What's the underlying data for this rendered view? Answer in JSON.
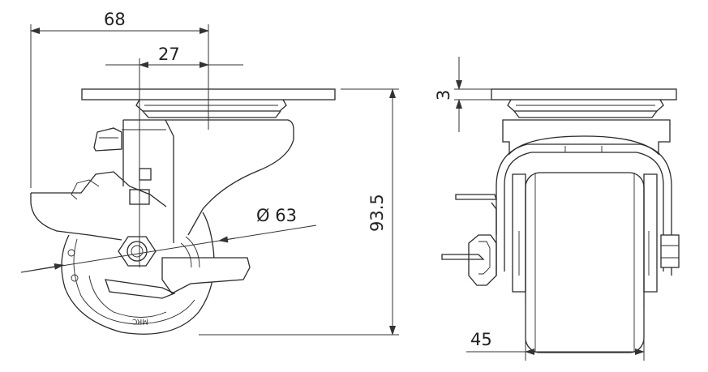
{
  "dimensions": {
    "overall_width": "68",
    "offset": "27",
    "wheel_diameter": "Ø 63",
    "total_height": "93.5",
    "plate_thickness": "3",
    "wheel_width": "45"
  },
  "wheel_mark": "MRC"
}
